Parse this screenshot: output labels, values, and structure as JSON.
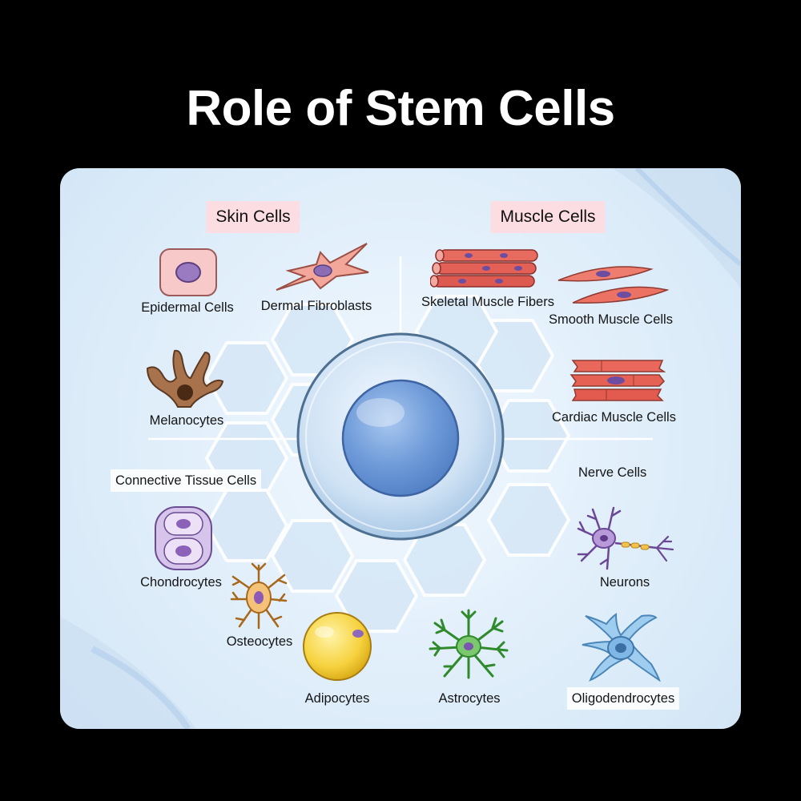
{
  "title": "Role of Stem Cells",
  "groups": {
    "skin": "Skin Cells",
    "muscle": "Muscle Cells",
    "connective": "Connective Tissue Cells",
    "nerve": "Nerve Cells"
  },
  "cells": {
    "epidermal": "Epidermal Cells",
    "dermal_fibroblasts": "Dermal Fibroblasts",
    "melanocytes": "Melanocytes",
    "skeletal_muscle": "Skeletal Muscle Fibers",
    "smooth_muscle": "Smooth Muscle Cells",
    "cardiac_muscle": "Cardiac Muscle Cells",
    "chondrocytes": "Chondrocytes",
    "osteocytes": "Osteocytes",
    "adipocytes": "Adipocytes",
    "astrocytes": "Astrocytes",
    "neurons": "Neurons",
    "oligodendrocytes": "Oligodendrocytes"
  }
}
